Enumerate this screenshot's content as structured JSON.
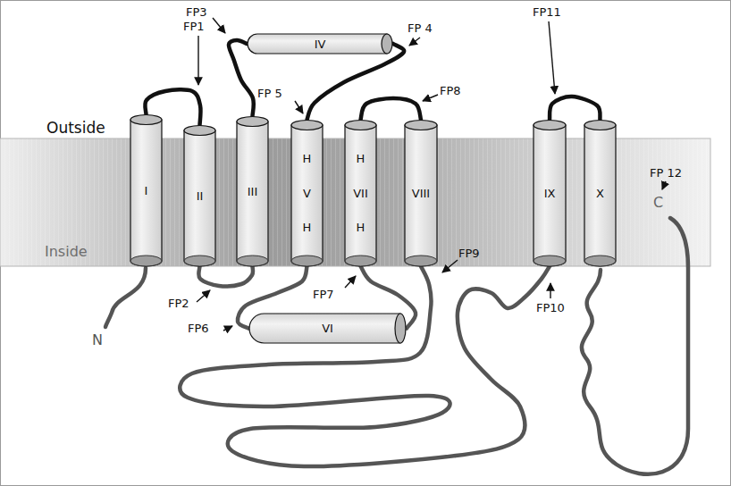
{
  "diagram": {
    "nodes": [
      {
        "text": [
          "I"
        ]
      },
      {
        "text": [
          "II"
        ]
      },
      {
        "text": [
          "III"
        ]
      },
      {
        "text": [
          "IV"
        ]
      },
      {
        "text": [
          "H",
          "V",
          "H"
        ]
      },
      {
        "text": [
          "VI"
        ]
      },
      {
        "text": [
          "H",
          "VII",
          "H"
        ]
      },
      {
        "text": [
          "VIII"
        ]
      },
      {
        "text": [
          "IX"
        ]
      },
      {
        "text": [
          "X"
        ]
      }
    ],
    "edges": [
      {
        "from": 0,
        "to": 1,
        "arrow": "none"
      },
      {
        "from": 1,
        "to": 2,
        "arrow": "none"
      },
      {
        "from": 2,
        "to": 3,
        "arrow": "none"
      },
      {
        "from": 3,
        "to": 4,
        "arrow": "none"
      },
      {
        "from": 4,
        "to": 5,
        "arrow": "none"
      },
      {
        "from": 5,
        "to": 6,
        "arrow": "none"
      },
      {
        "from": 6,
        "to": 7,
        "arrow": "none"
      },
      {
        "from": 7,
        "to": 8,
        "arrow": "none"
      },
      {
        "from": 8,
        "to": 9,
        "arrow": "none"
      }
    ],
    "labels": [
      "Outside",
      "Inside",
      "FP1",
      "FP2",
      "FP3",
      "FP 4",
      "FP 5",
      "FP6",
      "FP7",
      "FP8",
      "FP9",
      "FP10",
      "FP11",
      "FP 12",
      "N",
      "C"
    ]
  }
}
